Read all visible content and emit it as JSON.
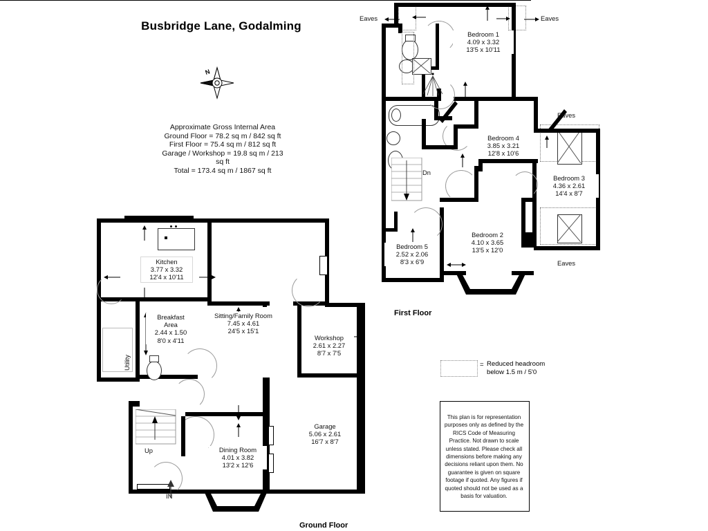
{
  "title": "Busbridge Lane, Godalming",
  "area_summary": {
    "heading": "Approximate Gross Internal Area",
    "lines": [
      "Ground Floor = 78.2 sq m / 842 sq ft",
      "First Floor = 75.4 sq m / 812 sq ft",
      "Garage / Workshop = 19.8 sq m / 213 sq ft",
      "Total = 173.4 sq m / 1867 sq ft"
    ]
  },
  "compass": {
    "north_label": "N"
  },
  "floors": {
    "ground": {
      "label": "Ground Floor",
      "entrance_label": "IN",
      "stairs_label": "Up",
      "rooms": [
        {
          "name": "Kitchen",
          "metric": "3.77 x 3.32",
          "imperial": "12'4 x 10'11"
        },
        {
          "name": "Breakfast Area",
          "metric": "2.44 x 1.50",
          "imperial": "8'0 x 4'11"
        },
        {
          "name": "Utility",
          "metric": "",
          "imperial": ""
        },
        {
          "name": "Sitting/Family Room",
          "metric": "7.45 x 4.61",
          "imperial": "24'5 x 15'1"
        },
        {
          "name": "Workshop",
          "metric": "2.61 x 2.27",
          "imperial": "8'7 x 7'5"
        },
        {
          "name": "Dining Room",
          "metric": "4.01 x 3.82",
          "imperial": "13'2 x 12'6"
        },
        {
          "name": "Garage",
          "metric": "5.06 x 2.61",
          "imperial": "16'7 x 8'7"
        }
      ]
    },
    "first": {
      "label": "First Floor",
      "stairs_label": "Dn",
      "eaves_labels": [
        "Eaves",
        "Eaves",
        "Eaves",
        "Eaves"
      ],
      "rooms": [
        {
          "name": "Bedroom 1",
          "metric": "4.09 x 3.32",
          "imperial": "13'5 x 10'11"
        },
        {
          "name": "Bedroom 4",
          "metric": "3.85 x 3.21",
          "imperial": "12'8 x 10'6"
        },
        {
          "name": "Bedroom 3",
          "metric": "4.36 x 2.61",
          "imperial": "14'4 x 8'7"
        },
        {
          "name": "Bedroom 2",
          "metric": "4.10 x 3.65",
          "imperial": "13'5 x 12'0"
        },
        {
          "name": "Bedroom 5",
          "metric": "2.52 x 2.06",
          "imperial": "8'3 x 6'9"
        }
      ]
    }
  },
  "legend": {
    "equals": "=",
    "text": "Reduced headroom below 1.5 m / 5'0"
  },
  "disclaimer": "This plan is for representation purposes only as defined by the RICS Code of Measuring Practice. Not drawn to scale unless stated. Please check all dimensions before making any decisions reliant upon them. No guarantee is given on square footage if quoted. Any figures if quoted should not be used as a basis for valuation.",
  "colors": {
    "wall": "#000000",
    "paper": "#ffffff",
    "text": "#111111",
    "dashed": "#777777"
  }
}
